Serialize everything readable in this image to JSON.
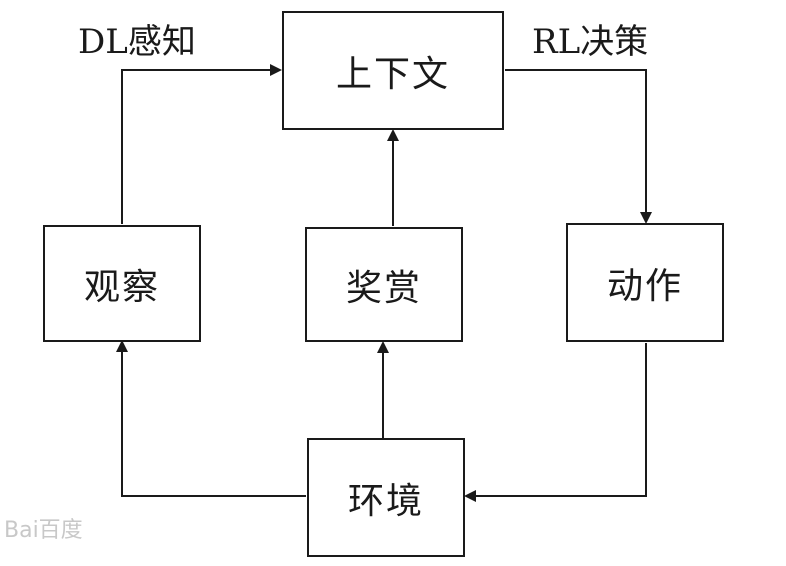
{
  "nodes": {
    "context": "上下文",
    "observation": "观察",
    "reward": "奖赏",
    "action": "动作",
    "environment": "环境"
  },
  "edge_labels": {
    "dl": "DL感知",
    "rl": "RL决策"
  },
  "watermark": "Bai百度"
}
